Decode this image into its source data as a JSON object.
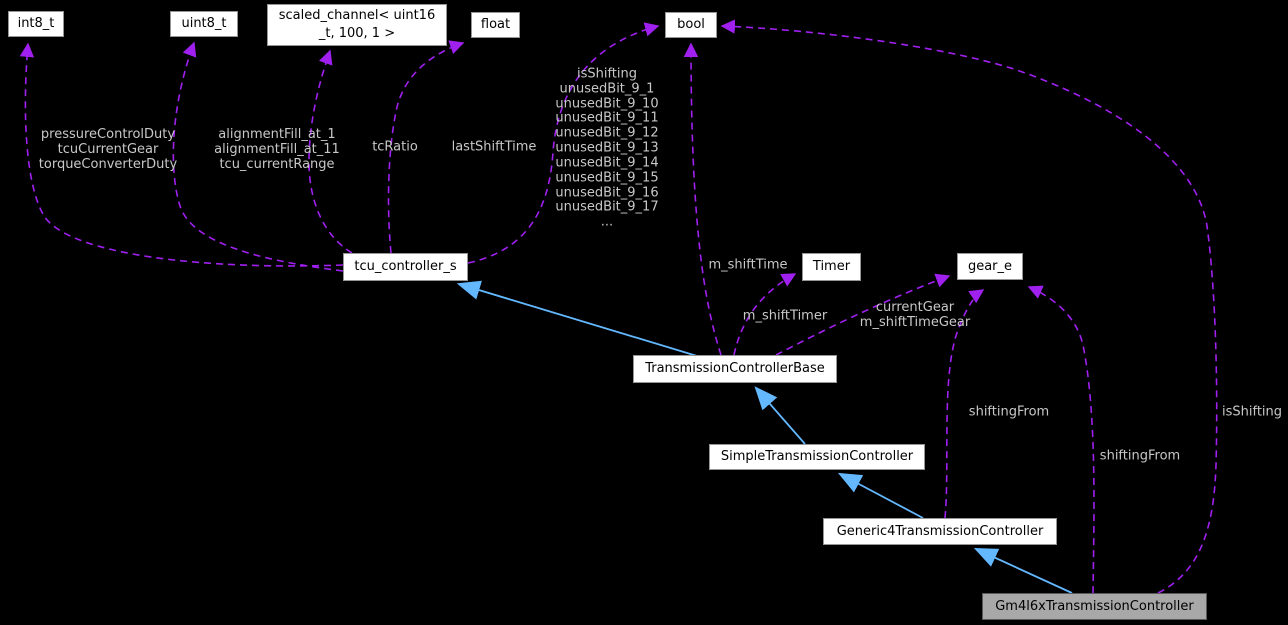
{
  "diagram": {
    "kind": "collaboration-graph",
    "colors": {
      "background": "#000000",
      "node_fill": "#ffffff",
      "node_border": "#969696",
      "highlight_fill": "#a8a8a8",
      "highlight_border": "#595959",
      "usage_edge": "#a020f0",
      "inheritance_edge": "#63b8ff",
      "edge_label": "#c8c8c8",
      "node_text": "#000000"
    },
    "nodes": [
      {
        "id": "int8_t",
        "label": "int8_t"
      },
      {
        "id": "uint8_t",
        "label": "uint8_t"
      },
      {
        "id": "scaled_channel",
        "label": "scaled_channel< uint16\n_t, 100, 1 >"
      },
      {
        "id": "float",
        "label": "float"
      },
      {
        "id": "bool",
        "label": "bool"
      },
      {
        "id": "tcu_controller_s",
        "label": "tcu_controller_s"
      },
      {
        "id": "Timer",
        "label": "Timer"
      },
      {
        "id": "gear_e",
        "label": "gear_e"
      },
      {
        "id": "TransmissionControllerBase",
        "label": "TransmissionControllerBase"
      },
      {
        "id": "SimpleTransmissionController",
        "label": "SimpleTransmissionController"
      },
      {
        "id": "Generic4TransmissionController",
        "label": "Generic4TransmissionController"
      },
      {
        "id": "Gm4l6xTransmissionController",
        "label": "Gm4l6xTransmissionController",
        "highlighted": true
      }
    ],
    "edges": [
      {
        "from": "tcu_controller_s",
        "to": "int8_t",
        "type": "usage",
        "label": "pressureControlDuty\ntcuCurrentGear\ntorqueConverterDuty"
      },
      {
        "from": "tcu_controller_s",
        "to": "uint8_t",
        "type": "usage",
        "label": "alignmentFill_at_1\nalignmentFill_at_11\ntcu_currentRange"
      },
      {
        "from": "tcu_controller_s",
        "to": "scaled_channel",
        "type": "usage",
        "label": "tcRatio"
      },
      {
        "from": "tcu_controller_s",
        "to": "float",
        "type": "usage",
        "label": "lastShiftTime"
      },
      {
        "from": "tcu_controller_s",
        "to": "bool",
        "type": "usage",
        "label": "isShifting\nunusedBit_9_1\nunusedBit_9_10\nunusedBit_9_11\nunusedBit_9_12\nunusedBit_9_13\nunusedBit_9_14\nunusedBit_9_15\nunusedBit_9_16\nunusedBit_9_17\n..."
      },
      {
        "from": "TransmissionControllerBase",
        "to": "bool",
        "type": "usage",
        "label": "m_shiftTime"
      },
      {
        "from": "TransmissionControllerBase",
        "to": "Timer",
        "type": "usage",
        "label": "m_shiftTimer"
      },
      {
        "from": "TransmissionControllerBase",
        "to": "gear_e",
        "type": "usage",
        "label": "currentGear\nm_shiftTimeGear"
      },
      {
        "from": "Generic4TransmissionController",
        "to": "gear_e",
        "type": "usage",
        "label": "shiftingFrom"
      },
      {
        "from": "Gm4l6xTransmissionController",
        "to": "gear_e",
        "type": "usage",
        "label": "shiftingFrom"
      },
      {
        "from": "Gm4l6xTransmissionController",
        "to": "bool",
        "type": "usage",
        "label": "isShifting"
      },
      {
        "from": "TransmissionControllerBase",
        "to": "tcu_controller_s",
        "type": "inheritance",
        "label": ""
      },
      {
        "from": "SimpleTransmissionController",
        "to": "TransmissionControllerBase",
        "type": "inheritance",
        "label": ""
      },
      {
        "from": "Generic4TransmissionController",
        "to": "SimpleTransmissionController",
        "type": "inheritance",
        "label": ""
      },
      {
        "from": "Gm4l6xTransmissionController",
        "to": "Generic4TransmissionController",
        "type": "inheritance",
        "label": ""
      }
    ]
  }
}
